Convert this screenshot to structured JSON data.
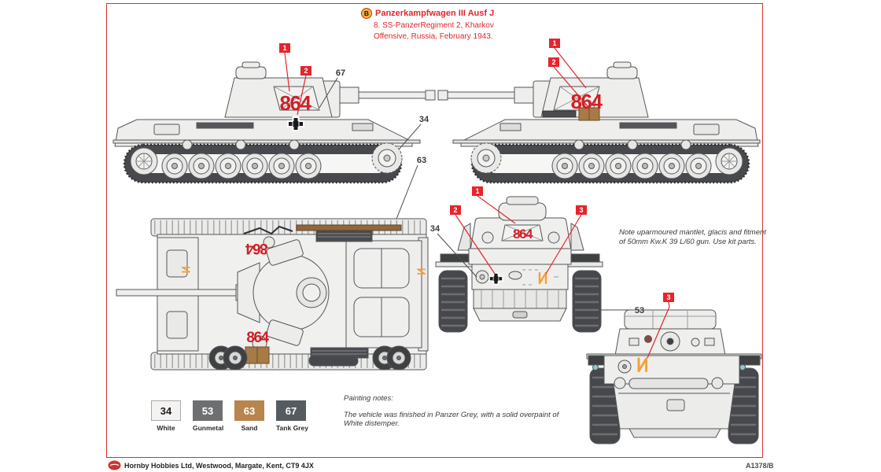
{
  "header": {
    "badge_letter": "B",
    "title": "Panzerkampfwagen III Ausf J",
    "subtitle1": "8. SS-PanzerRegiment 2, Kharkov",
    "subtitle2": "Offensive, Russia, February 1943."
  },
  "markings": {
    "turret_number": "864"
  },
  "callouts": {
    "decal1": "1",
    "decal2": "2",
    "decal3": "3"
  },
  "notes": {
    "kit_note": "Note uparmoured mantlet, glacis and fitment of 50mm Kw.K 39 L/60 gun. Use kit parts.",
    "painting_heading": "Painting notes:",
    "painting_body": "The vehicle was finished in Panzer Grey, with a solid overpaint of White distemper."
  },
  "paint_chart": [
    {
      "number": "34",
      "name": "White",
      "hex": "#f4f3f1",
      "text": "#1d1d1f"
    },
    {
      "number": "53",
      "name": "Gunmetal",
      "hex": "#6e6f71",
      "text": "#ffffff"
    },
    {
      "number": "63",
      "name": "Sand",
      "hex": "#b8854c",
      "text": "#ffffff"
    },
    {
      "number": "67",
      "name": "Tank Grey",
      "hex": "#565b5f",
      "text": "#ffffff"
    }
  ],
  "footer": {
    "publisher": "Hornby Hobbies Ltd, Westwood, Margate, Kent, CT9 4JX",
    "sheet_code": "A1378/B"
  },
  "colors": {
    "accent_red": "#e4252b",
    "marking_red": "#cf2127",
    "rune_orange": "#f0a236",
    "track_grey": "#48494c",
    "wood_brown": "#8f6840",
    "box_brown": "#a87a45",
    "convoy_light_teal": "#85ccd2"
  }
}
